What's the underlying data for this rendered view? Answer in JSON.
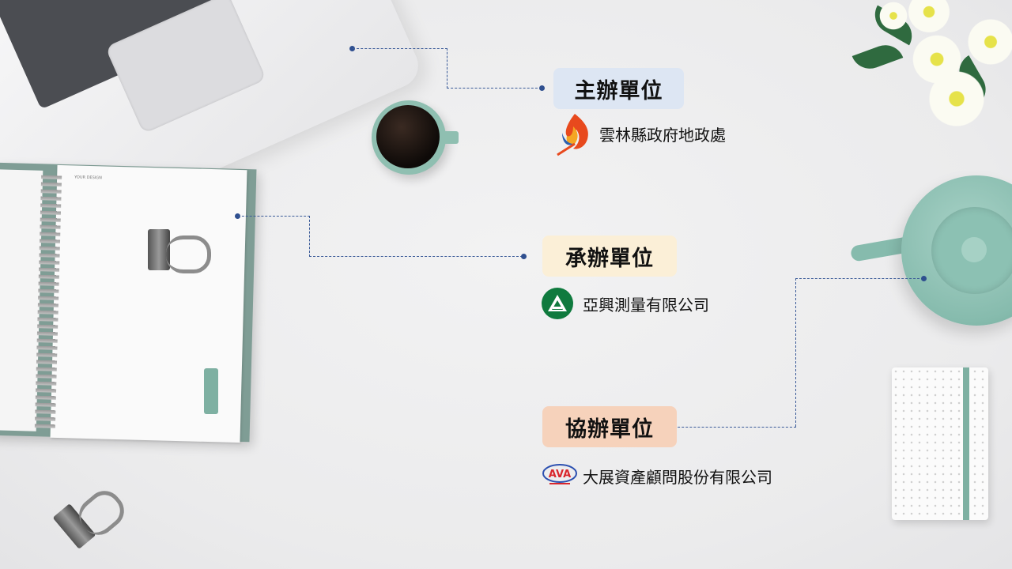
{
  "sections": [
    {
      "label": "主辦單位",
      "organization": "雲林縣政府地政處",
      "logo": "yunlin-flame-logo"
    },
    {
      "label": "承辦單位",
      "organization": "亞興測量有限公司",
      "logo": "yaxing-green-triangle-logo"
    },
    {
      "label": "協辦單位",
      "organization": "大展資產顧問股份有限公司",
      "logo": "ava-logo"
    }
  ],
  "decor": {
    "notebook_header": "YOUR DESIGN",
    "ava_logo_text": "AVA"
  },
  "colors": {
    "tag1_bg": "#dde6f3",
    "tag2_bg": "#fbefd7",
    "tag3_bg": "#f6d2bb",
    "connector": "#3a5a98",
    "accent_teal": "#86bbad"
  }
}
